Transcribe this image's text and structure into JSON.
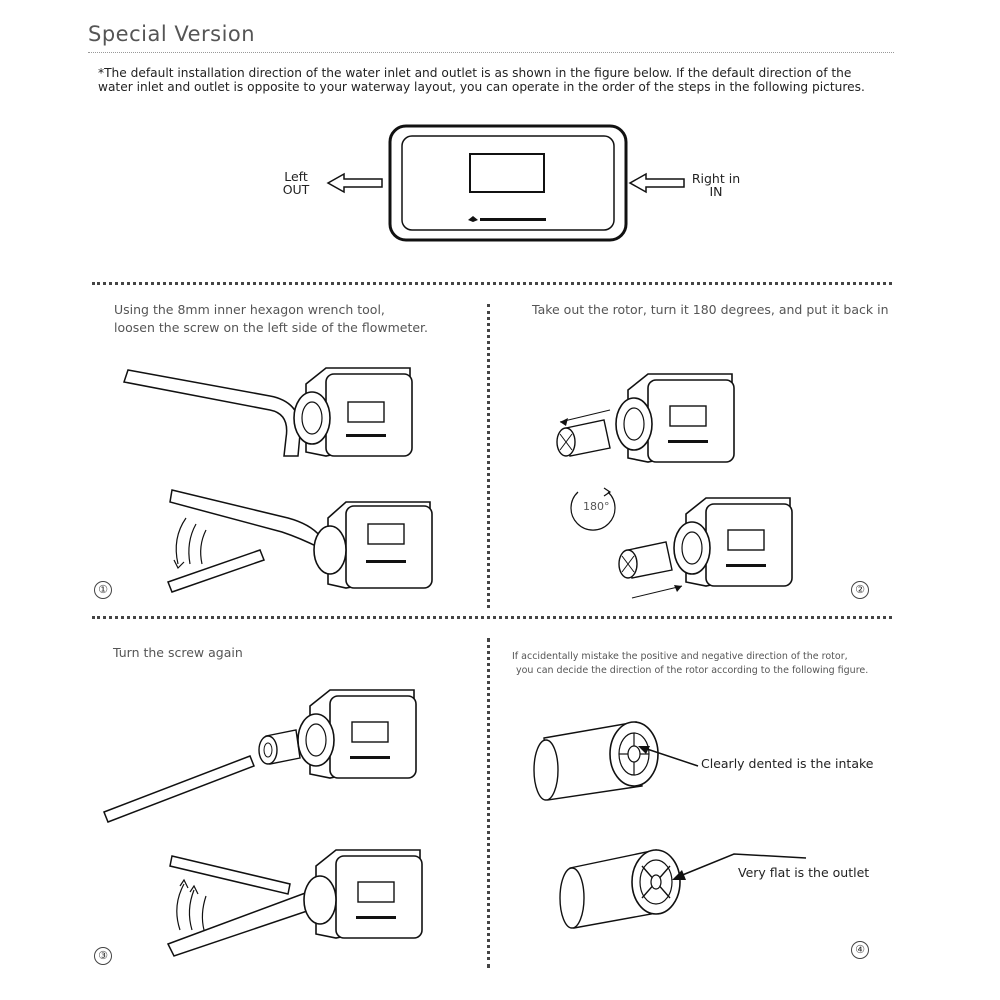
{
  "header": {
    "title": "Special Version",
    "note_lines": [
      "*The default installation direction of the water inlet and outlet is as shown in the figure below. If the default direction of the",
      "water inlet and outlet is opposite to your waterway layout, you can operate in the order of the steps in the following pictures."
    ]
  },
  "diagram": {
    "left_label_1": "Left",
    "left_label_2": "OUT",
    "right_label_1": "Right in",
    "right_label_2": "IN"
  },
  "steps": [
    {
      "number": "①",
      "caption_lines": [
        "Using the 8mm inner hexagon wrench tool,",
        "loosen the screw on the left side of the flowmeter."
      ]
    },
    {
      "number": "②",
      "caption_lines": [
        "Take out the rotor, turn it 180 degrees, and put it back in"
      ],
      "rotation_label": "180°"
    },
    {
      "number": "③",
      "caption_lines": [
        "Turn the screw again"
      ]
    },
    {
      "number": "④",
      "caption_lines": [
        "If accidentally mistake the positive and negative direction of the rotor,",
        "you can decide the direction of the rotor according to the following figure."
      ],
      "callout_intake": "Clearly dented is the intake",
      "callout_outlet": "Very flat is the outlet"
    }
  ]
}
